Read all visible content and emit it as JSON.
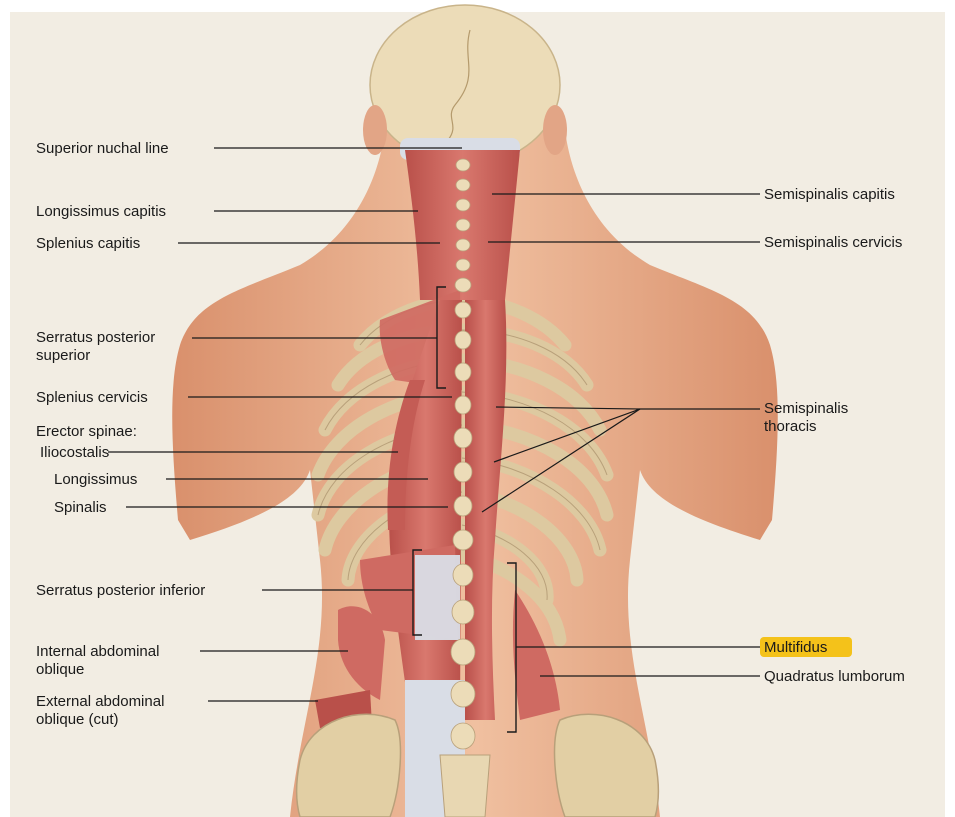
{
  "labels": {
    "superior_nuchal_line": "Superior nuchal line",
    "longissimus_capitis": "Longissimus capitis",
    "splenius_capitis": "Splenius capitis",
    "serratus_posterior_superior_1": "Serratus posterior",
    "serratus_posterior_superior_2": "superior",
    "splenius_cervicis": "Splenius cervicis",
    "erector_spinae": "Erector spinae:",
    "iliocostalis": "Iliocostalis",
    "longissimus": "Longissimus",
    "spinalis": "Spinalis",
    "serratus_posterior_inferior": "Serratus posterior inferior",
    "internal_abdominal_oblique_1": "Internal abdominal",
    "internal_abdominal_oblique_2": "oblique",
    "external_abdominal_oblique_1": "External abdominal",
    "external_abdominal_oblique_2": "oblique (cut)",
    "semispinalis_capitis": "Semispinalis capitis",
    "semispinalis_cervicis": "Semispinalis cervicis",
    "semispinalis_thoracis_1": "Semispinalis",
    "semispinalis_thoracis_2": "thoracis",
    "multifidus": "Multifidus",
    "quadratus_lumborum": "Quadratus lumborum"
  },
  "colors": {
    "background": "#f2ede3",
    "skin": "#e9b090",
    "muscle": "#cf6a62",
    "bone": "#e8d7b2",
    "tendon": "#d9dde6",
    "highlight": "#f4c21a"
  }
}
